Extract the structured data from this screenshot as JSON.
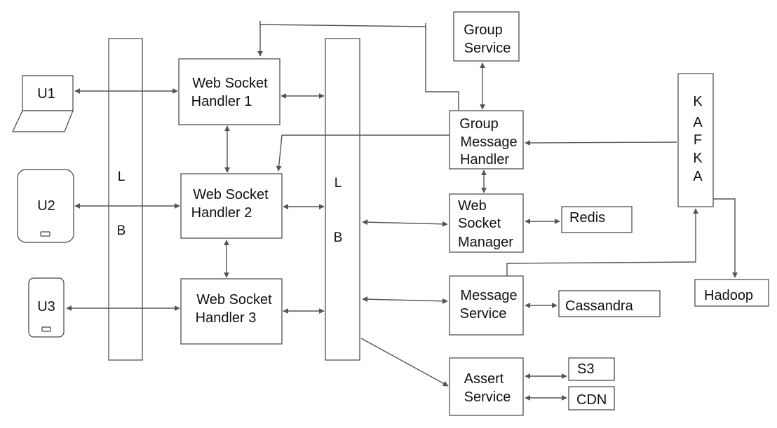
{
  "users": {
    "u1": "U1",
    "u2": "U2",
    "u3": "U3"
  },
  "load_balancers": {
    "lb1": {
      "top": "L",
      "bottom": "B"
    },
    "lb2": {
      "top": "L",
      "bottom": "B"
    }
  },
  "web_socket_handlers": {
    "h1": [
      "Web Socket",
      "Handler 1"
    ],
    "h2": [
      "Web Socket",
      "Handler 2"
    ],
    "h3": [
      "Web Socket",
      "Handler 3"
    ]
  },
  "services": {
    "group_service": [
      "Group",
      "Service"
    ],
    "group_message_handler": [
      "Group",
      "Message",
      "Handler"
    ],
    "web_socket_manager": [
      "Web",
      "Socket",
      "Manager"
    ],
    "message_service": [
      "Message",
      "Service"
    ],
    "assert_service": [
      "Assert",
      "Service"
    ]
  },
  "stores": {
    "redis": "Redis",
    "cassandra": "Cassandra",
    "s3": "S3",
    "cdn": "CDN",
    "hadoop": "Hadoop"
  },
  "kafka": [
    "K",
    "A",
    "F",
    "K",
    "A"
  ],
  "colors": {
    "stroke": "#444444",
    "arrow": "#555555",
    "text": "#111111"
  }
}
